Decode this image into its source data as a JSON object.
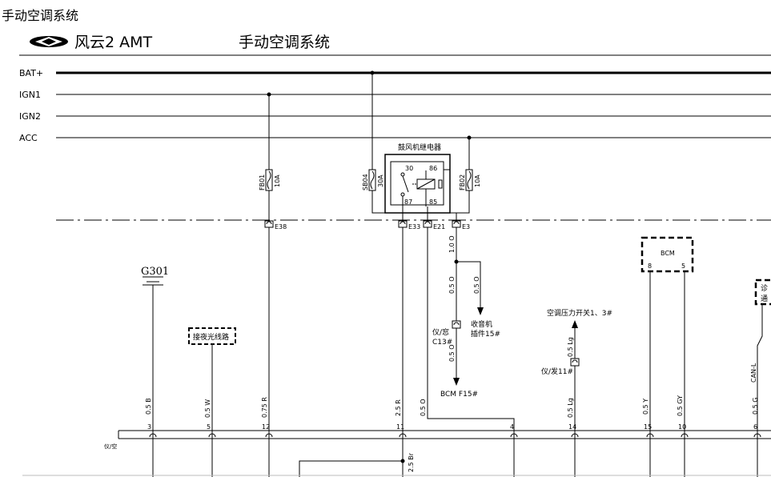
{
  "page_title": "手动空调系统",
  "header": {
    "model": "风云2 AMT",
    "system_title": "手动空调系统"
  },
  "rails": [
    "BAT+",
    "IGN1",
    "IGN2",
    "ACC"
  ],
  "relay": {
    "title": "鼓风机继电器",
    "pins": [
      "30",
      "86",
      "87",
      "85"
    ]
  },
  "fuses": [
    {
      "id": "FB01",
      "rating": "10A"
    },
    {
      "id": "SB04",
      "rating": "30A"
    },
    {
      "id": "FB02",
      "rating": "10A"
    }
  ],
  "connectors": [
    "E38",
    "E33",
    "E21",
    "E3"
  ],
  "ground": "G301",
  "bcm_label": "BCM",
  "bcm_pins": [
    "8",
    "5"
  ],
  "notes": {
    "dimmer": "接夜光线路",
    "radio": "收音机",
    "radio_plug": "插件15#",
    "dash_c13_a": "仪/窓",
    "dash_c13_b": "C13#",
    "bcm_f15": "BCM F15#",
    "ac_pressure": "空调压力开关1、3#",
    "dash_engine": "仪/发11#",
    "right_box_a": "诊",
    "right_box_b": "通"
  },
  "wires": {
    "w1": "1.0 O",
    "w2": "0.5 O",
    "w3": "0.5 O",
    "w4": "0.5 O",
    "w5": "0.5 Lg",
    "w6": "CAN-L"
  },
  "bottom_wires": [
    "0.5 B",
    "0.5 W",
    "0.75 R",
    "2.5 R",
    "0.5 O",
    "0.5 Lg",
    "0.5 Y",
    "0.5 GY",
    "0.5 G"
  ],
  "bottom_pins": [
    "3",
    "5",
    "12",
    "11",
    "4",
    "14",
    "15",
    "10",
    "6"
  ],
  "connector_label": "仪/空",
  "bottom_branch_wire": "2.5 Br"
}
